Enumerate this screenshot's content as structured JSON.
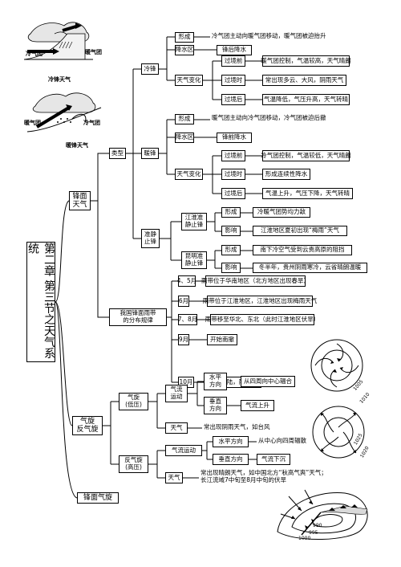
{
  "title": "第二章 第三节之天气系统",
  "branches": {
    "front": "锋面\n天气",
    "cyclone": "气旋\n反气旋",
    "shear": "锋面气旋"
  },
  "front": {
    "type_label": "类型",
    "cold": {
      "label": "冷锋",
      "formation_label": "形成",
      "formation_text": "冷气团主动向暖气团移动，暖气团被迫抬升",
      "rain_area_label": "降水区",
      "rain_area_text": "锋后降水",
      "weather_change_label": "天气变化",
      "before_label": "过境前",
      "before_text": "暖气团控制，气温较高，天气晴朗",
      "during_label": "过境时",
      "during_text": "常出现多云、大风，阴雨天气",
      "after_label": "过境后",
      "after_text": "气温降低，气压升高，天气转晴"
    },
    "warm": {
      "label": "暖锋",
      "formation_label": "形成",
      "formation_text": "暖气团主动向冷气团移动，冷气团被迫后撤",
      "rain_area_label": "降水区",
      "rain_area_text": "锋前降水",
      "weather_change_label": "天气变化",
      "before_label": "过境前",
      "before_text": "冷气团控制，气温较低，天气晴朗",
      "during_label": "过境时",
      "during_text": "形成连续性降水",
      "after_label": "过境后",
      "after_text": "气温上升，气压下降，天气转晴"
    },
    "stationary": {
      "label": "准静\n止锋",
      "jianghuai": {
        "label": "江淮准\n静止锋",
        "formation_label": "形成",
        "formation_text": "冷暖气团势均力敌",
        "influence_label": "影响",
        "influence_text": "江淮地区夏初出现“梅雨”天气"
      },
      "kunming": {
        "label": "昆明准\n静止锋",
        "formation_label": "形成",
        "formation_text": "南下冷空气受到云贵高原的阻挡",
        "influence_label": "影响",
        "influence_text": "冬半年，贵州阴雨寒冷，云省晴朗温暖"
      }
    },
    "rainbelt": {
      "label": "我国锋面雨带\n的分布规律",
      "items": [
        {
          "month": "4、5月",
          "text": "雨带位于华南地区（北方地区出现春旱）"
        },
        {
          "month": "6月",
          "text": "雨带位于江淮地区，江淮地区出现梅雨天气"
        },
        {
          "month": "7、8月",
          "text": "雨带移至华北、东北（此时江淮地区伏旱）"
        },
        {
          "month": "9月",
          "text": "开始南撤"
        },
        {
          "month": "10月",
          "text": "撤出大陆，雨季结束"
        }
      ]
    }
  },
  "cyclone": {
    "low": {
      "label": "气旋\n(低压)",
      "flow_label": "气流\n运动",
      "horizontal_label": "水平\n方向",
      "horizontal_text": "从四周向中心辐合",
      "vertical_label": "垂直\n方向",
      "vertical_text": "气流上升",
      "weather_label": "天气",
      "weather_text": "常出现阴雨天气，如台风"
    },
    "high": {
      "label": "反气旋\n(高压)",
      "flow_label": "气流运动",
      "horizontal_label": "水平方向",
      "horizontal_text": "从中心向四周辐散",
      "vertical_label": "垂直方向",
      "vertical_text": "气流下沉",
      "weather_label": "天气",
      "weather_text": "常出现晴朗天气，如中国北方“秋高气爽”天气；\n长江流域7中旬至8月中旬的伏旱"
    }
  },
  "figures": {
    "cold_front_cold_air": "冷气团",
    "cold_front_warm_air": "暖气团",
    "cold_front_caption": "冷锋天气",
    "warm_front_warm_air": "暖气团",
    "warm_front_cold_air": "冷气团",
    "warm_front_caption": "暖锋天气",
    "cyclone_isobars": [
      "1005",
      "1010"
    ],
    "anticyclone_isobars": [
      "1025",
      "1020"
    ],
    "frontal_cyclone_isobars": [
      "990",
      "995",
      "1000"
    ]
  }
}
